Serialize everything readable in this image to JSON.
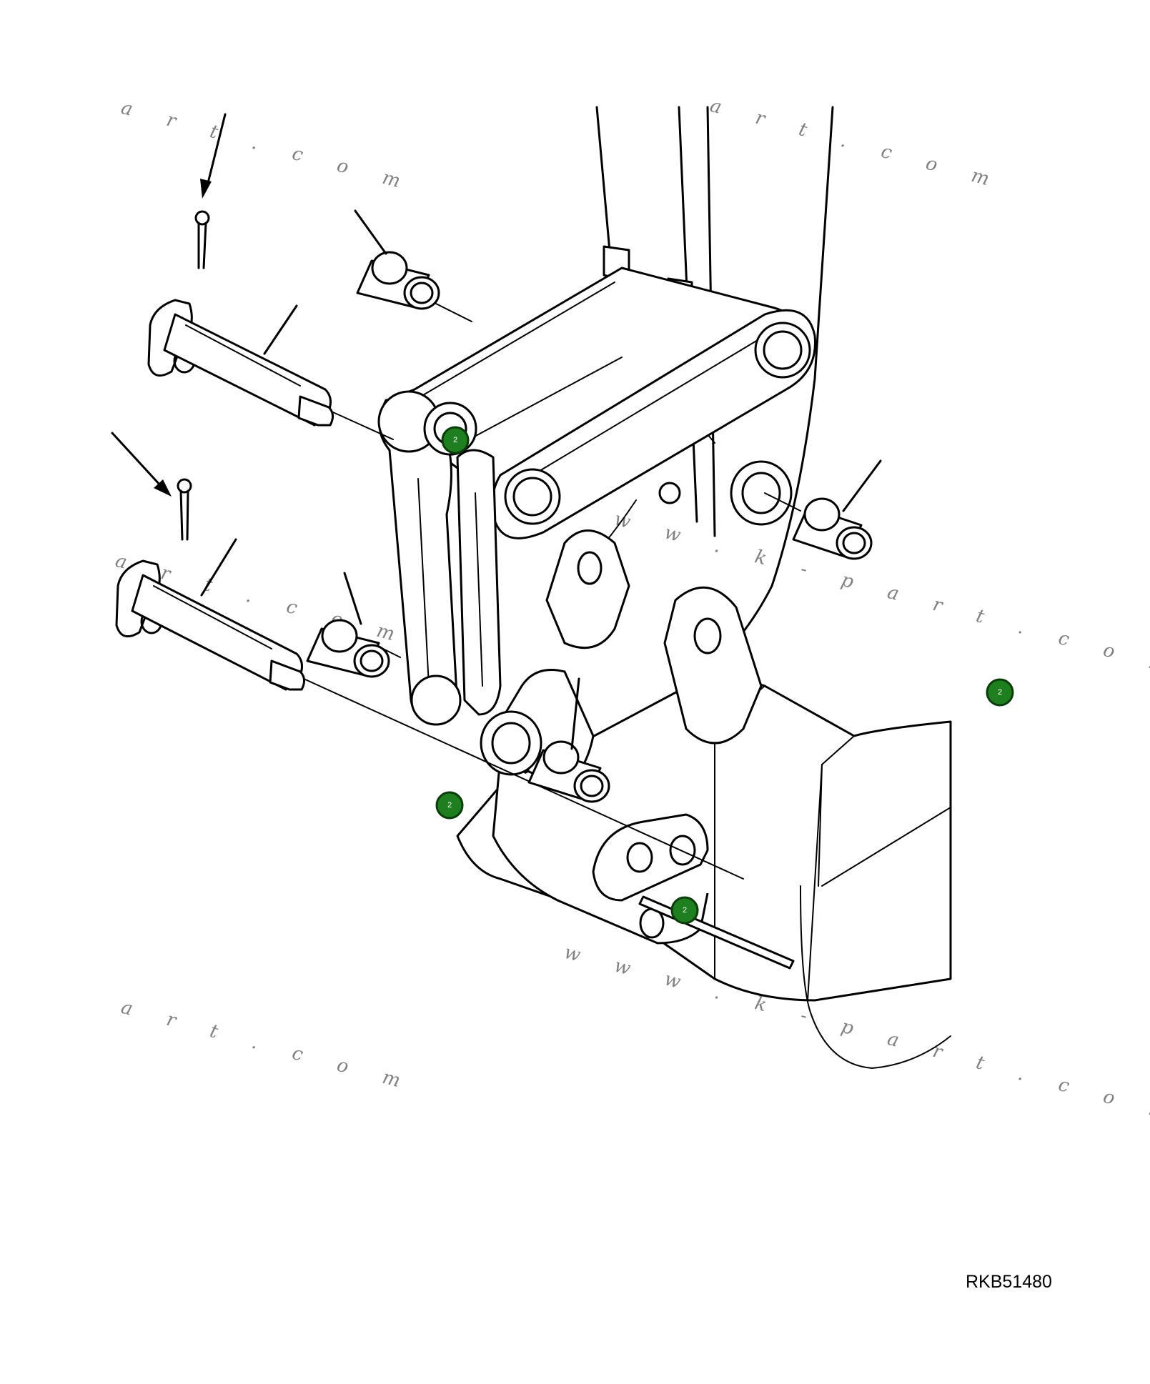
{
  "drawing_code": "RKB51480",
  "watermarks": [
    "a r t . c o m",
    "a r t . c o m",
    "a r t . c o m",
    "a r t . c o m",
    "w w w . k - p a r t . c o m",
    "w w w . k - p a r t . c o m"
  ],
  "markers": [
    {
      "label": "2"
    },
    {
      "label": "2"
    },
    {
      "label": "2"
    },
    {
      "label": "2"
    }
  ],
  "colors": {
    "marker_fill": "#1d7f1d",
    "line": "#000000",
    "watermark": "#6b6b6b"
  }
}
